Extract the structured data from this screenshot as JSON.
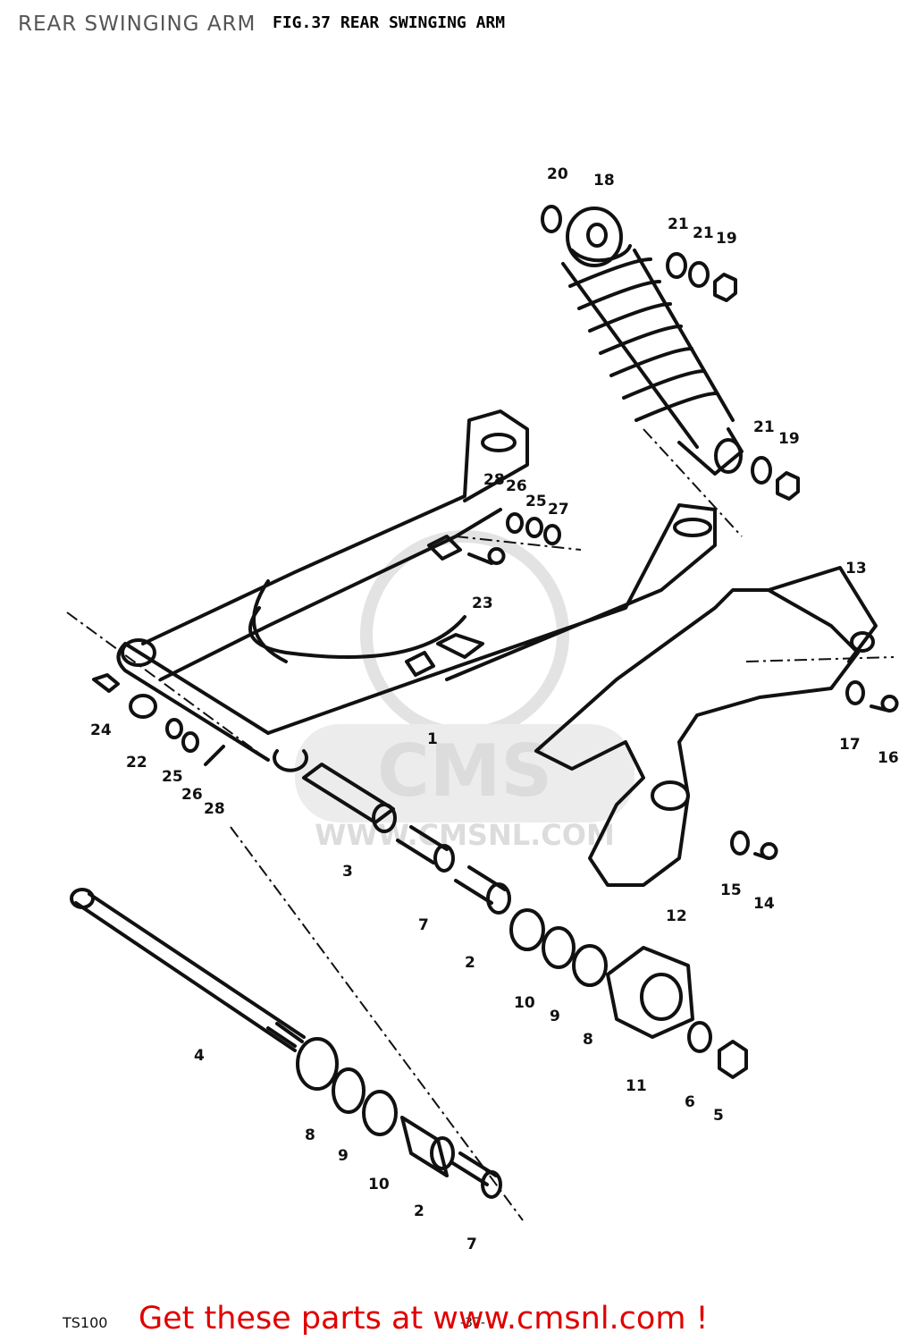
{
  "header": {
    "page_title": "REAR SWINGING ARM",
    "figure_title": "FIG.37  REAR SWINGING ARM"
  },
  "footer": {
    "link_text": "Get these parts at www.cmsnl.com !",
    "model": "TS100",
    "page_number": "-37-"
  },
  "watermark": {
    "text": "CMS",
    "url": "WWW.CMSNL.COM"
  },
  "callouts": [
    "1",
    "2",
    "2",
    "3",
    "4",
    "5",
    "6",
    "7",
    "7",
    "8",
    "8",
    "9",
    "9",
    "10",
    "10",
    "11",
    "12",
    "13",
    "14",
    "15",
    "16",
    "17",
    "18",
    "19",
    "19",
    "20",
    "21",
    "21",
    "21",
    "22",
    "23",
    "24",
    "25",
    "25",
    "26",
    "26",
    "27",
    "28",
    "28"
  ],
  "colors": {
    "ink": "#111111",
    "footer": "#e00000",
    "watermark": "#d9d9d9"
  }
}
